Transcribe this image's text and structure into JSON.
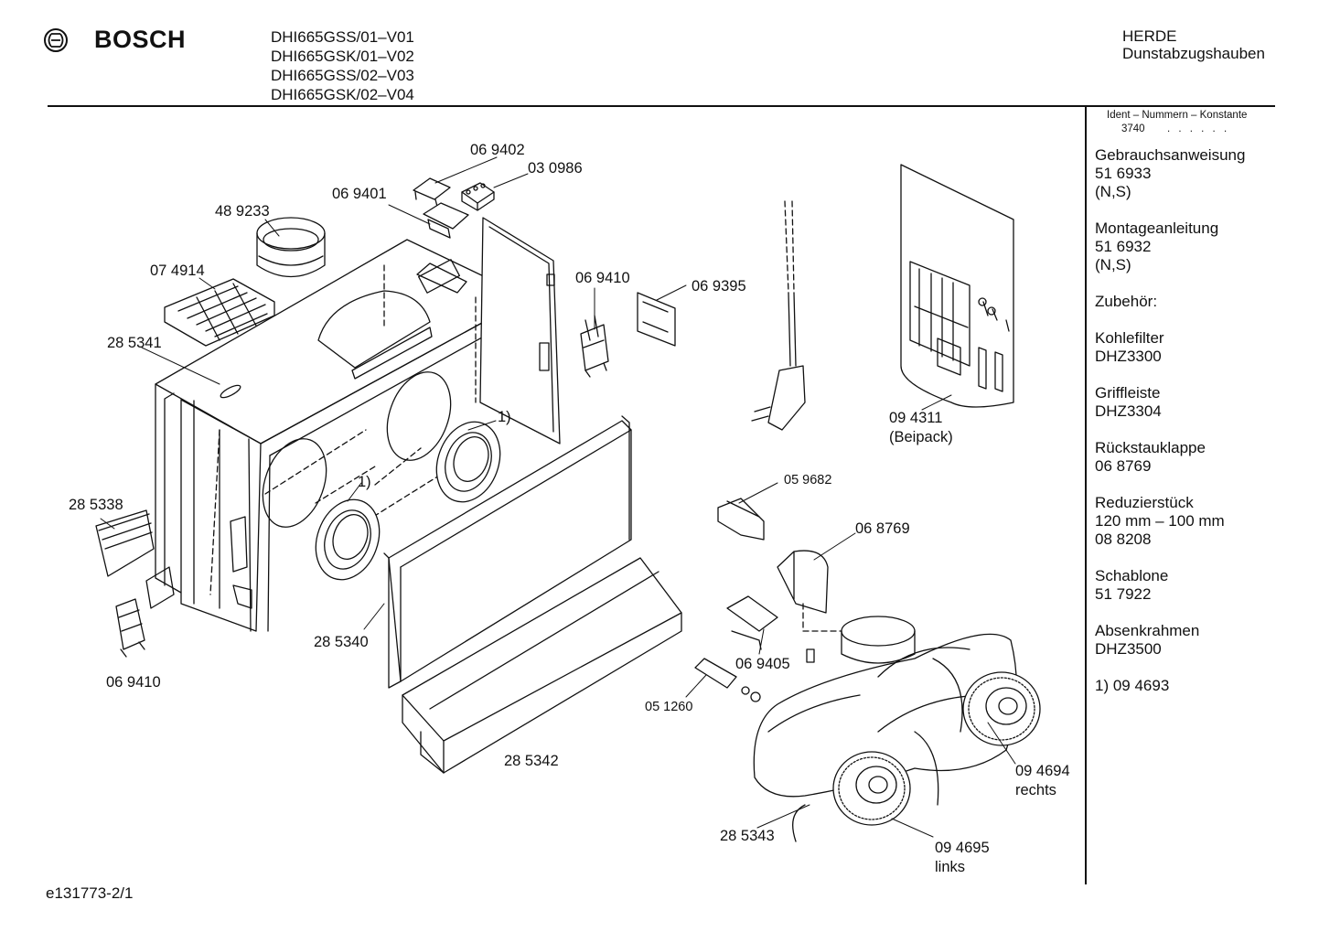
{
  "header": {
    "brand": "BOSCH",
    "models": [
      "DHI665GSS/01–V01",
      "DHI665GSK/01–V02",
      "DHI665GSS/02–V03",
      "DHI665GSK/02–V04"
    ],
    "category_line1": "HERDE",
    "category_line2": "Dunstabzugshauben"
  },
  "sidebar": {
    "ident_title": "Ident – Nummern – Konstante",
    "ident_value": "3740",
    "ident_dots": ". . . . . .",
    "sections": [
      {
        "lines": [
          "Gebrauchsanweisung",
          "51 6933",
          "(N,S)"
        ]
      },
      {
        "lines": [
          "Montageanleitung",
          "51 6932",
          "(N,S)"
        ]
      },
      {
        "lines": [
          "Zubehör:"
        ]
      },
      {
        "lines": [
          "Kohlefilter",
          "DHZ3300"
        ]
      },
      {
        "lines": [
          "Griffleiste",
          "DHZ3304"
        ]
      },
      {
        "lines": [
          "Rückstauklappe",
          "06 8769"
        ]
      },
      {
        "lines": [
          "Reduzierstück",
          "120 mm – 100 mm",
          "08 8208"
        ]
      },
      {
        "lines": [
          "Schablone",
          "51 7922"
        ]
      },
      {
        "lines": [
          "Absenkrahmen",
          "DHZ3500"
        ]
      },
      {
        "lines": [
          "1)  09 4693"
        ]
      }
    ]
  },
  "callouts": {
    "p069402": "06 9402",
    "p030986": "03 0986",
    "p069401": "06 9401",
    "p489233": "48 9233",
    "p074914": "07 4914",
    "p285341": "28 5341",
    "p069410a": "06 9410",
    "p069395": "06 9395",
    "p094311": "09 4311",
    "p094311b": "(Beipack)",
    "note1a": "1)",
    "note1b": "1)",
    "p285338": "28 5338",
    "p069410b": "06 9410",
    "p059682": "05 9682",
    "p068769": "06 8769",
    "p285340": "28 5340",
    "p069405": "06 9405",
    "p051260": "05 1260",
    "p285342": "28 5342",
    "p094694": "09 4694",
    "p094694b": "rechts",
    "p285343": "28 5343",
    "p094695": "09 4695",
    "p094695b": "links"
  },
  "footer": {
    "code": "e131773-2/1"
  }
}
